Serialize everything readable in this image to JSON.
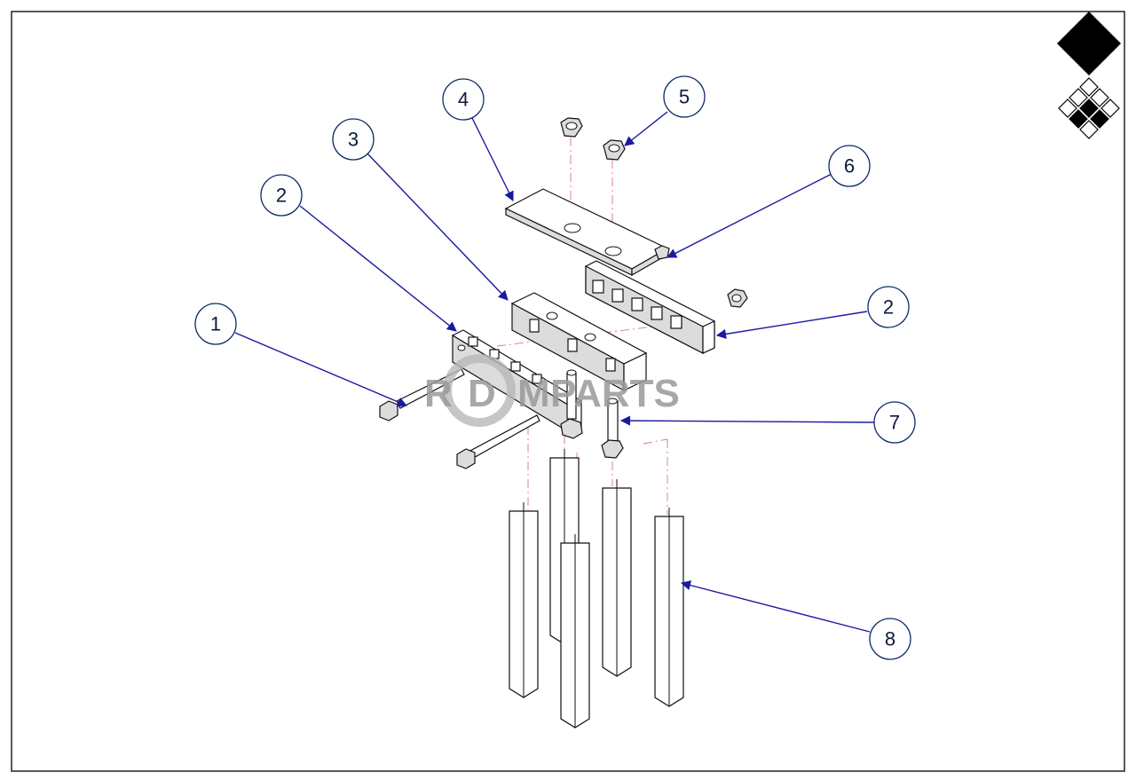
{
  "diagram": {
    "callouts": [
      {
        "label": "1"
      },
      {
        "label": "2"
      },
      {
        "label": "3"
      },
      {
        "label": "4"
      },
      {
        "label": "5"
      },
      {
        "label": "6"
      },
      {
        "label": "2"
      },
      {
        "label": "7"
      },
      {
        "label": "8"
      }
    ],
    "watermark": {
      "text_left": "R",
      "text_mid": "D",
      "text_right": "M",
      "text_parts": "PARTS"
    },
    "colors": {
      "callout_outline": "#0c2a66",
      "leader_line": "#1a1aa0",
      "centerline": "#d77b7b",
      "watermark": "#9a9a9a",
      "logo": "#000000"
    },
    "icons": [
      "diamond-logo-icon",
      "small-diamonds-logo-icon"
    ]
  }
}
